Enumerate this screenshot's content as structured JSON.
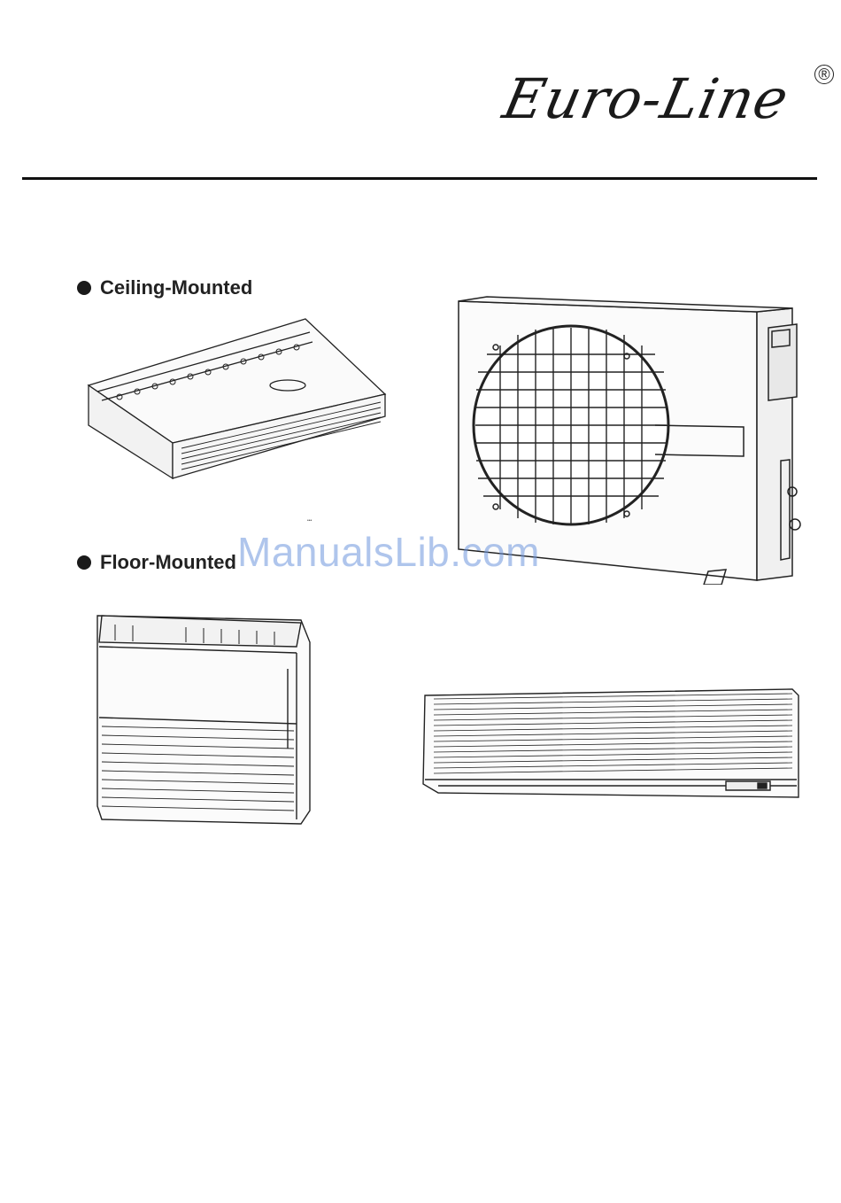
{
  "brand": {
    "logo_text": "Euro-Line",
    "registered_mark": "®"
  },
  "sections": {
    "ceiling": {
      "label": "Ceiling-Mounted"
    },
    "floor": {
      "label": "Floor-Mounted"
    }
  },
  "watermark": "ManualsLib.com",
  "figures": {
    "ceiling_unit": "ceiling-mounted-unit-drawing",
    "outdoor_unit": "outdoor-unit-drawing",
    "floor_unit": "floor-mounted-unit-drawing",
    "wall_unit": "wall-mounted-unit-drawing"
  }
}
